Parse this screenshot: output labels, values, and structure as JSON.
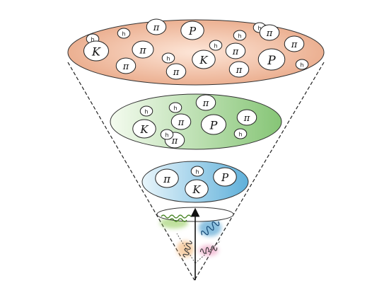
{
  "diagram": {
    "layers": [
      {
        "name": "top",
        "gradient": "peach",
        "particles": [
          {
            "label": "h"
          },
          {
            "label": "h"
          },
          {
            "label": "π"
          },
          {
            "label": "P"
          },
          {
            "label": "h"
          },
          {
            "label": "h"
          },
          {
            "label": "π"
          },
          {
            "label": "K"
          },
          {
            "label": "π"
          },
          {
            "label": "π"
          },
          {
            "label": "π"
          },
          {
            "label": "h"
          },
          {
            "label": "h"
          },
          {
            "label": "K"
          },
          {
            "label": "π"
          },
          {
            "label": "π"
          },
          {
            "label": "P"
          },
          {
            "label": "π"
          },
          {
            "label": "h"
          }
        ]
      },
      {
        "name": "middle",
        "gradient": "green",
        "particles": [
          {
            "label": "h"
          },
          {
            "label": "h"
          },
          {
            "label": "π"
          },
          {
            "label": "π"
          },
          {
            "label": "π"
          },
          {
            "label": "K"
          },
          {
            "label": "P"
          },
          {
            "label": "π"
          },
          {
            "label": "h"
          },
          {
            "label": "h"
          }
        ]
      },
      {
        "name": "lower",
        "gradient": "blue",
        "particles": [
          {
            "label": "π"
          },
          {
            "label": "h"
          },
          {
            "label": "P"
          },
          {
            "label": "K"
          }
        ]
      }
    ],
    "colors": {
      "peach_light": "#fde6d8",
      "peach_dark": "#e8a583",
      "green_light": "#edf7e4",
      "green_dark": "#89c879",
      "blue_light": "#e3f2fa",
      "blue_dark": "#66b3dc",
      "gluon_green": "#82c341",
      "gluon_blue": "#2f8fc8",
      "gluon_orange": "#f2a65a",
      "gluon_pink": "#e77fae"
    }
  }
}
